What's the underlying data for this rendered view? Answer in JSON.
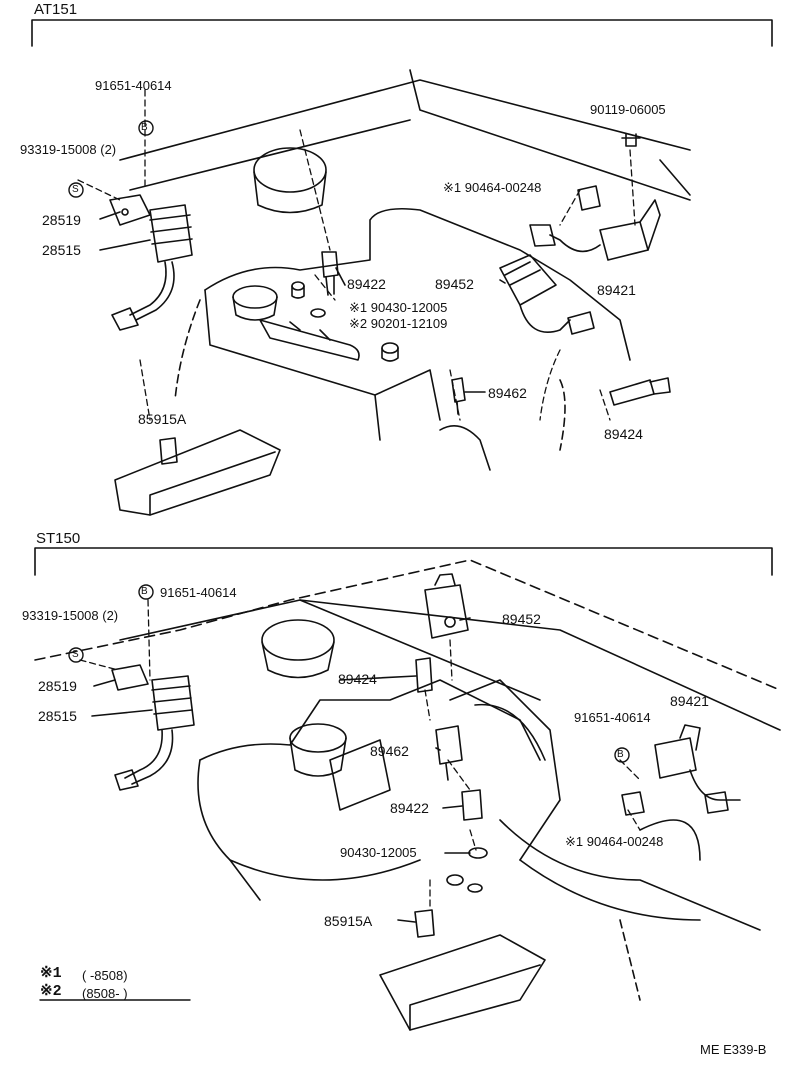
{
  "sections": [
    {
      "title": "AT151",
      "callouts": [
        {
          "id": "at-91651-40614",
          "text": "91651-40614"
        },
        {
          "id": "at-93319-15008",
          "text": "93319-15008 (2)"
        },
        {
          "id": "at-28519",
          "text": "28519"
        },
        {
          "id": "at-28515",
          "text": "28515"
        },
        {
          "id": "at-90119-06005",
          "text": "90119-06005"
        },
        {
          "id": "at-90464-00248",
          "text": "※1 90464-00248"
        },
        {
          "id": "at-89422",
          "text": "89422"
        },
        {
          "id": "at-89452",
          "text": "89452"
        },
        {
          "id": "at-89421",
          "text": "89421"
        },
        {
          "id": "at-90430-12005",
          "text": "※1 90430-12005"
        },
        {
          "id": "at-90201-12109",
          "text": "※2 90201-12109"
        },
        {
          "id": "at-89462",
          "text": "89462"
        },
        {
          "id": "at-85915a",
          "text": "85915A"
        },
        {
          "id": "at-89424",
          "text": "89424"
        }
      ],
      "symbols": {
        "b": "B",
        "s": "S"
      }
    },
    {
      "title": "ST150",
      "callouts": [
        {
          "id": "st-91651-40614",
          "text": "91651-40614"
        },
        {
          "id": "st-93319-15008",
          "text": "93319-15008 (2)"
        },
        {
          "id": "st-28519",
          "text": "28519"
        },
        {
          "id": "st-28515",
          "text": "28515"
        },
        {
          "id": "st-89452",
          "text": "89452"
        },
        {
          "id": "st-89424",
          "text": "89424"
        },
        {
          "id": "st-89421",
          "text": "89421"
        },
        {
          "id": "st-91651-40614b",
          "text": "91651-40614"
        },
        {
          "id": "st-89462",
          "text": "89462"
        },
        {
          "id": "st-89422",
          "text": "89422"
        },
        {
          "id": "st-90464-00248",
          "text": "※1 90464-00248"
        },
        {
          "id": "st-90430-12005",
          "text": "90430-12005"
        },
        {
          "id": "st-85915a",
          "text": "85915A"
        }
      ],
      "symbols": {
        "b": "B",
        "s": "S",
        "b2": "B"
      }
    }
  ],
  "footnotes": [
    {
      "mark": "※1",
      "range": "(      -8508)"
    },
    {
      "mark": "※2",
      "range": "(8508-      )"
    }
  ],
  "diagram_code": "ME E339-B"
}
